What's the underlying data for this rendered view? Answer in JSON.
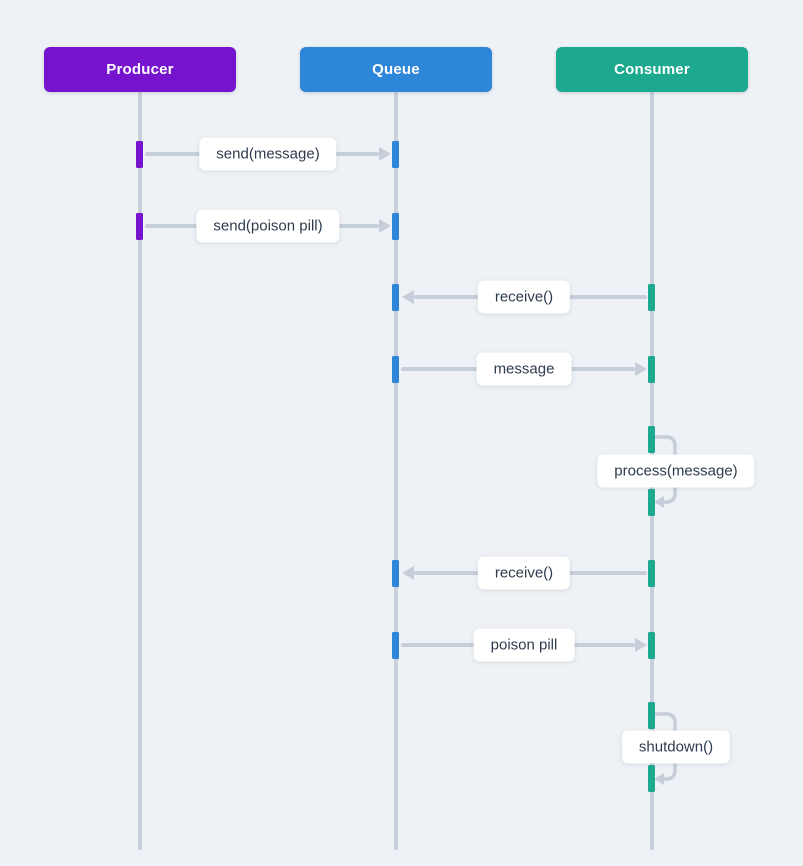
{
  "actors": [
    {
      "id": "producer",
      "label": "Producer",
      "color": "#7513cd"
    },
    {
      "id": "queue",
      "label": "Queue",
      "color": "#2e86d8"
    },
    {
      "id": "consumer",
      "label": "Consumer",
      "color": "#1ca98f"
    }
  ],
  "messages": [
    {
      "label": "send(message)",
      "from": "Producer",
      "to": "Queue",
      "direction": "right"
    },
    {
      "label": "send(poison pill)",
      "from": "Producer",
      "to": "Queue",
      "direction": "right"
    },
    {
      "label": "receive()",
      "from": "Consumer",
      "to": "Queue",
      "direction": "left"
    },
    {
      "label": "message",
      "from": "Queue",
      "to": "Consumer",
      "direction": "right"
    },
    {
      "label": "process(message)",
      "from": "Consumer",
      "to": "Consumer",
      "direction": "self"
    },
    {
      "label": "receive()",
      "from": "Consumer",
      "to": "Queue",
      "direction": "left"
    },
    {
      "label": "poison pill",
      "from": "Queue",
      "to": "Consumer",
      "direction": "right"
    },
    {
      "label": "shutdown()",
      "from": "Consumer",
      "to": "Consumer",
      "direction": "self"
    }
  ],
  "colors": {
    "producer": "#7513cd",
    "queue": "#2e86d8",
    "consumer": "#1ca98f",
    "line": "#c5ced9",
    "lifeline": "#c6cfda",
    "label_text": "#2e3b4d",
    "background": "#eef1f5"
  }
}
